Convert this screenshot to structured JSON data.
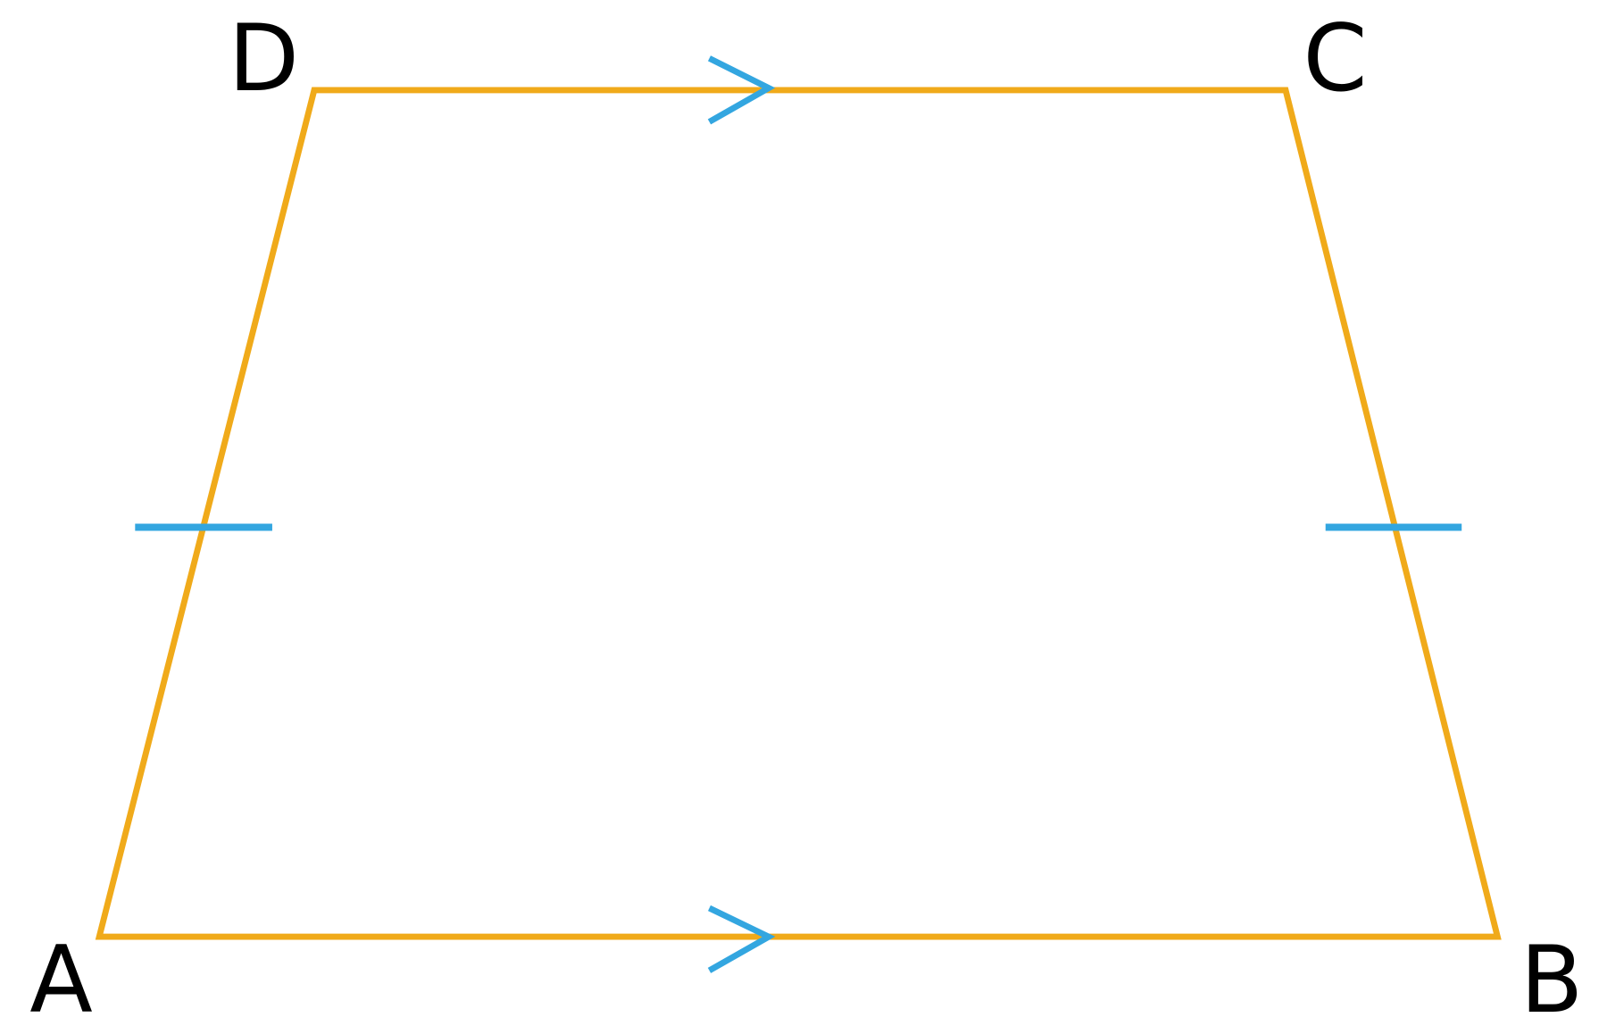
{
  "diagram": {
    "shape": "isosceles trapezoid",
    "vertices": {
      "A": "A",
      "B": "B",
      "C": "C",
      "D": "D"
    },
    "markings": {
      "parallel_arrows": [
        "DC",
        "AB"
      ],
      "equal_length_ticks": [
        "AD",
        "BC"
      ]
    },
    "colors": {
      "outline": "#F0AA1A",
      "markings": "#33A6E0",
      "labels": "#000000"
    }
  }
}
